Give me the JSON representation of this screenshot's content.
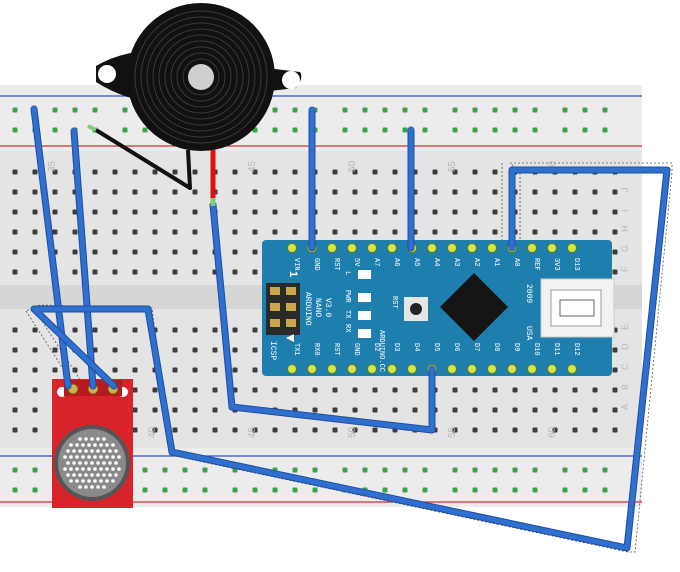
{
  "breadboard": {
    "column_numbers": [
      "35",
      "45",
      "50",
      "55",
      "60",
      "40",
      "45",
      "50",
      "55",
      "60"
    ],
    "row_letters": [
      "J",
      "I",
      "H",
      "G",
      "F",
      "E",
      "D",
      "C",
      "B",
      "A"
    ]
  },
  "arduino": {
    "title_line1": "ARDUINO",
    "title_line2": "NANO",
    "title_line3": "V3.0",
    "site": "ARDUINO.CC",
    "year": "2009",
    "country": "USA",
    "icsp": "ICSP",
    "pin1_marker": "1",
    "rst_button": "RST",
    "led_l": "L",
    "led_pwr": "PWR",
    "led_tx": "TX",
    "led_rx": "RX",
    "top_pins": [
      "VIN",
      "GND",
      "RST",
      "5V",
      "A7",
      "A6",
      "A5",
      "A4",
      "A3",
      "A2",
      "A1",
      "A0",
      "REF",
      "3V3",
      "D13"
    ],
    "bottom_pins": [
      "TX1",
      "RX0",
      "RST",
      "GND",
      "D2",
      "D3",
      "D4",
      "D5",
      "D6",
      "D7",
      "D8",
      "D9",
      "D10",
      "D11",
      "D12"
    ]
  },
  "colors": {
    "wire": "#2f6fd0",
    "wire_edge": "#1d4f9e",
    "breadboard": "#e9e9e9",
    "rail_red": "#d53030",
    "rail_blue": "#3a48c8",
    "arduino": "#1e7fae",
    "mic_module": "#d8232a",
    "buzzer": "#111111",
    "red_lead": "#e01010",
    "pin_green": "#3aa24a"
  },
  "components": [
    "buzzer",
    "microphone-module",
    "arduino-nano",
    "breadboard"
  ]
}
